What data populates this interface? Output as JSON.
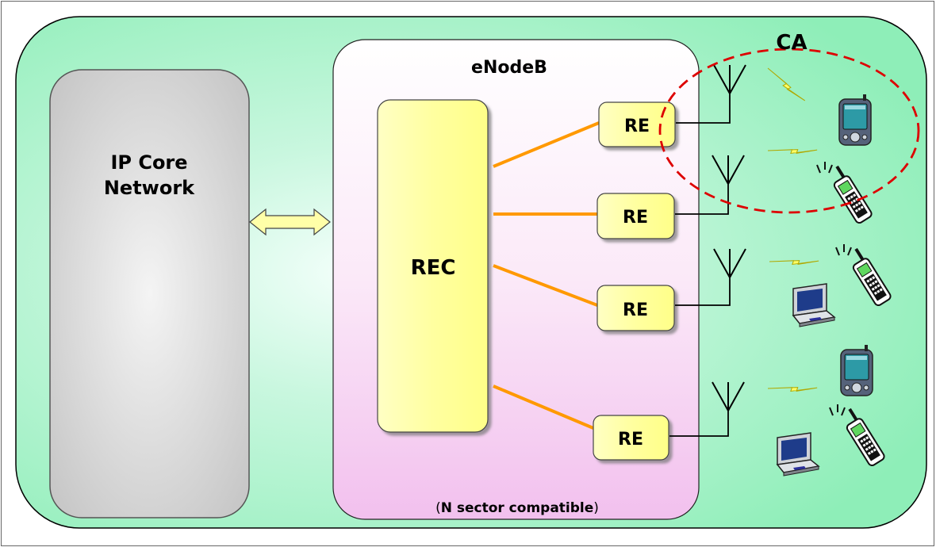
{
  "diagram": {
    "core_label_line1": "IP Core",
    "core_label_line2": "Network",
    "enodeb_title": "eNodeB",
    "rec_label": "REC",
    "re_units": [
      "RE",
      "RE",
      "RE",
      "RE"
    ],
    "ca_label": "CA",
    "footnote_open": "(",
    "footnote_bold": "N sector compatible",
    "footnote_close": ")"
  },
  "colors": {
    "outer_bg": "#99f0c0",
    "core_gray": "#cccccc",
    "enodeb_pink": "#f4c6f0",
    "rec_yellow": "#ffff99",
    "link_orange": "#ff9900",
    "ca_red": "#dd0000",
    "bolt_yellow": "#ffff66"
  }
}
